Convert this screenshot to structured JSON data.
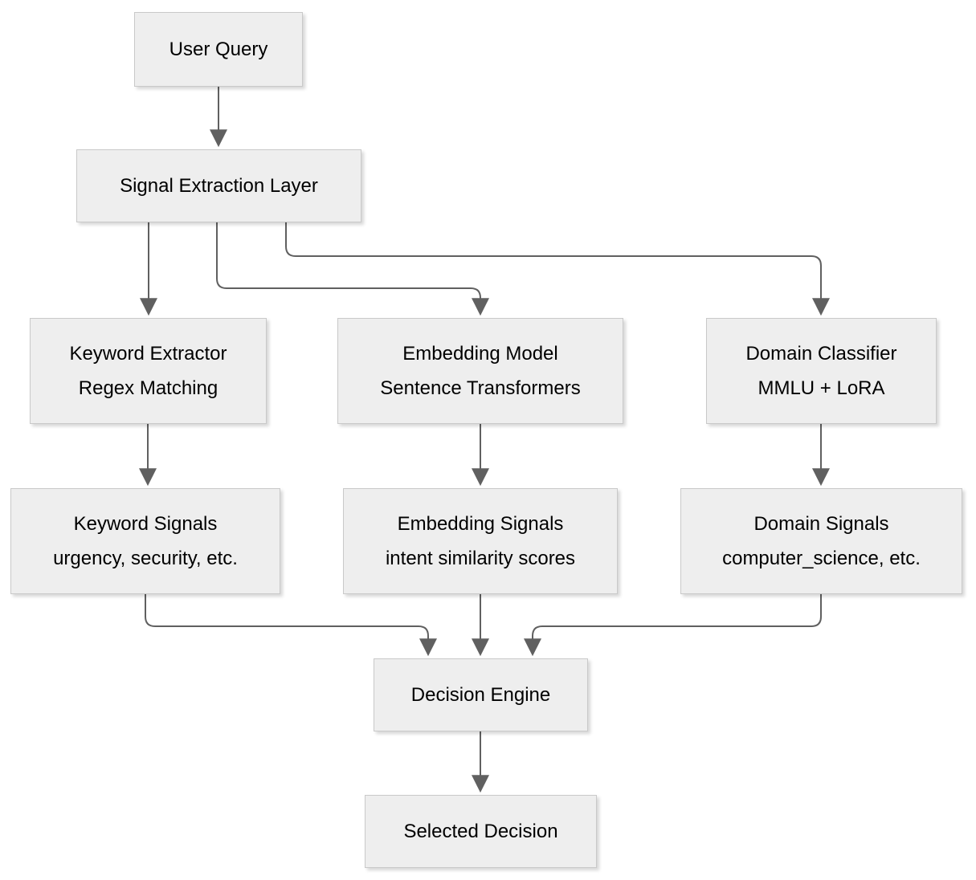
{
  "diagram": {
    "colors": {
      "background": "#ffffff",
      "node_fill": "#eeeeee",
      "node_border": "#c9c9c9",
      "connector": "#606060",
      "text": "#000000"
    },
    "nodes": {
      "user_query": {
        "label": "User Query"
      },
      "signal_extraction": {
        "label": "Signal Extraction Layer"
      },
      "keyword_extractor": {
        "label": "Keyword Extractor",
        "sublabel": "Regex Matching"
      },
      "embedding_model": {
        "label": "Embedding Model",
        "sublabel": "Sentence Transformers"
      },
      "domain_classifier": {
        "label": "Domain Classifier",
        "sublabel": "MMLU + LoRA"
      },
      "keyword_signals": {
        "label": "Keyword Signals",
        "sublabel": "urgency, security, etc."
      },
      "embedding_signals": {
        "label": "Embedding Signals",
        "sublabel": "intent similarity scores"
      },
      "domain_signals": {
        "label": "Domain Signals",
        "sublabel": "computer_science, etc."
      },
      "decision_engine": {
        "label": "Decision Engine"
      },
      "selected_decision": {
        "label": "Selected Decision"
      }
    },
    "edges": [
      {
        "from": "user_query",
        "to": "signal_extraction"
      },
      {
        "from": "signal_extraction",
        "to": "keyword_extractor"
      },
      {
        "from": "signal_extraction",
        "to": "embedding_model"
      },
      {
        "from": "signal_extraction",
        "to": "domain_classifier"
      },
      {
        "from": "keyword_extractor",
        "to": "keyword_signals"
      },
      {
        "from": "embedding_model",
        "to": "embedding_signals"
      },
      {
        "from": "domain_classifier",
        "to": "domain_signals"
      },
      {
        "from": "keyword_signals",
        "to": "decision_engine"
      },
      {
        "from": "embedding_signals",
        "to": "decision_engine"
      },
      {
        "from": "domain_signals",
        "to": "decision_engine"
      },
      {
        "from": "decision_engine",
        "to": "selected_decision"
      }
    ]
  }
}
